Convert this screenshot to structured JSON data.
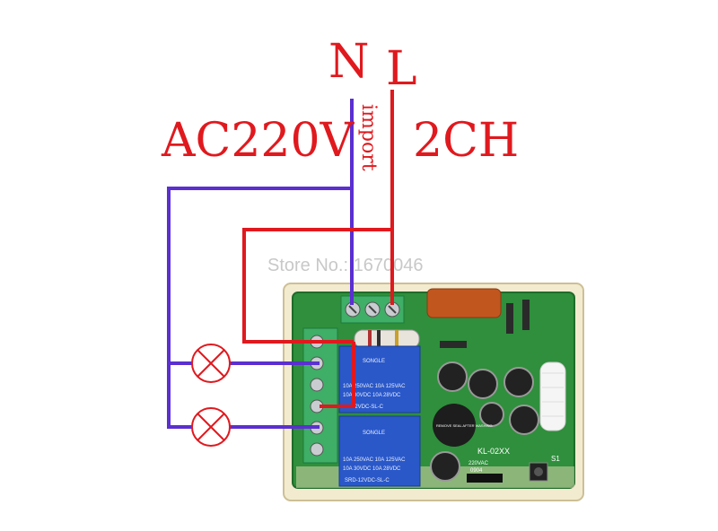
{
  "labels": {
    "neutral": "N",
    "live": "L",
    "voltage": "AC220V",
    "channels": "2CH",
    "import": "import"
  },
  "watermark": "Store No.: 1670046",
  "board": {
    "relay_brand": "SONGLE",
    "relay_rating_1": "10A 250VAC  10A 125VAC",
    "relay_rating_2": "10A 30VDC   10A 28VDC",
    "relay_model_top": "12VDC-SL-C",
    "relay_model_bottom": "SRD-12VDC-SL-C",
    "module_label": "KL-02XX",
    "buzzer_label": "REMOVE SEAL AFTER WASHING",
    "jumper_label": "220VAC",
    "jumper_code": "0904",
    "switch_label": "S1"
  },
  "colors": {
    "neutral_wire": "#5b2fd0",
    "live_wire": "#e0191e",
    "label": "#e0191e",
    "pcb": "#2f8f3c",
    "relay": "#2a58c9",
    "terminal": "#3fae66",
    "capacitor": "#c2561f"
  }
}
